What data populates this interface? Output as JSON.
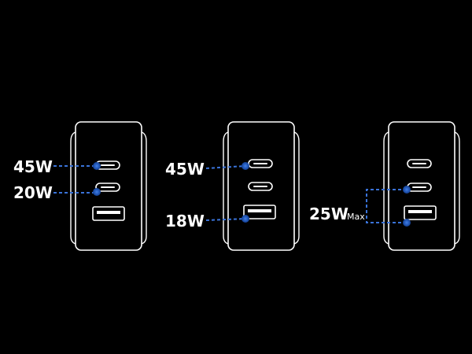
{
  "colors": {
    "background": "#000000",
    "outline": "#ffffff",
    "leader": "#3a73d9",
    "dot": "#1e56b8"
  },
  "configs": [
    {
      "labels": [
        "45W",
        "20W"
      ]
    },
    {
      "labels": [
        "45W",
        "18W"
      ]
    },
    {
      "labels": [
        "25W"
      ],
      "suffix": "Max"
    }
  ]
}
